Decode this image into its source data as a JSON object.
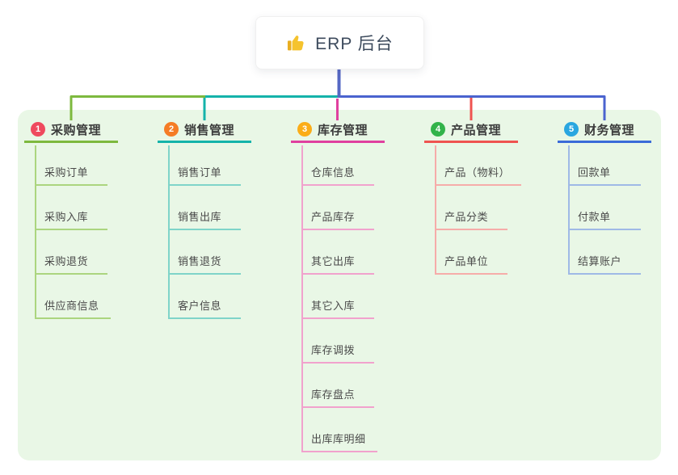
{
  "page": {
    "background": "#ffffff",
    "panel_background": "#e9f7e6"
  },
  "root": {
    "title": "ERP 后台",
    "icon": "thumbs-up",
    "line_color": "#5568c4"
  },
  "trunk": {
    "right_color": "#4a63cf"
  },
  "branches": [
    {
      "num": "1",
      "label": "采购管理",
      "badge_color": "#ef4a5e",
      "line_color": "#7db93e",
      "light_color": "#abd57f",
      "items": [
        "采购订单",
        "采购入库",
        "采购退货",
        "供应商信息"
      ]
    },
    {
      "num": "2",
      "label": "销售管理",
      "badge_color": "#f57c25",
      "line_color": "#14b3aa",
      "light_color": "#7fd4c9",
      "items": [
        "销售订单",
        "销售出库",
        "销售退货",
        "客户信息"
      ]
    },
    {
      "num": "3",
      "label": "库存管理",
      "badge_color": "#fbad18",
      "line_color": "#e0409f",
      "light_color": "#f1a2cd",
      "items": [
        "仓库信息",
        "产品库存",
        "其它出库",
        "其它入库",
        "库存调拨",
        "库存盘点",
        "出库库明细"
      ]
    },
    {
      "num": "4",
      "label": "产品管理",
      "badge_color": "#32b34a",
      "line_color": "#ef5350",
      "light_color": "#f6aca9",
      "items": [
        "产品（物料）",
        "产品分类",
        "产品单位"
      ]
    },
    {
      "num": "5",
      "label": "财务管理",
      "badge_color": "#29a6e0",
      "line_color": "#3a6bd8",
      "light_color": "#9fb9e6",
      "items": [
        "回款单",
        "付款单",
        "结算账户"
      ]
    }
  ]
}
